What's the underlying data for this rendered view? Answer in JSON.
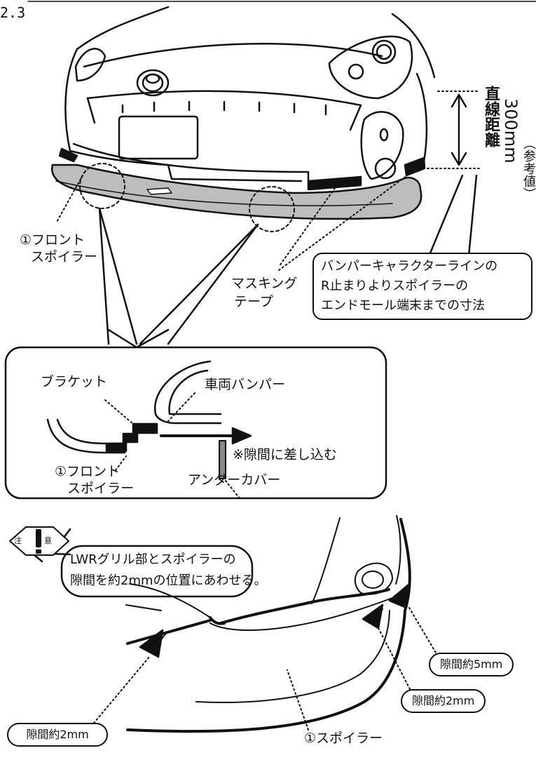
{
  "page": {
    "section_number": "2.3"
  },
  "top_figure": {
    "front_spoiler_label_line1": "①フロント",
    "front_spoiler_label_line2": "スポイラー",
    "masking_tape_line1": "マスキング",
    "masking_tape_line2": "テープ",
    "distance_label_vertical": "直線距離",
    "distance_value": "300mm",
    "reference_label": "（参考値）",
    "callout_line1": "バンパーキャラクターラインの",
    "callout_line2": "R止まりよりスポイラーの",
    "callout_line3": "エンドモール端末までの寸法"
  },
  "detail_box": {
    "bracket_label": "ブラケット",
    "vehicle_bumper_label": "車両バンパー",
    "insert_note": "※隙間に差し込む",
    "front_spoiler_line1": "①フロント",
    "front_spoiler_line2": "スポイラー",
    "under_cover_label": "アンダーカバー"
  },
  "caution": {
    "badge_left": "注",
    "badge_right": "意",
    "line1": "LWRグリル部とスポイラーの",
    "line2": "隙間を約2mmの位置にあわせる。"
  },
  "bottom_figure": {
    "gap_5mm": "隙間約5mm",
    "gap_2mm_right": "隙間約2mm",
    "gap_2mm_left": "隙間約2mm",
    "spoiler_label": "①スポイラー"
  },
  "colors": {
    "ink": "#111111",
    "spoiler_gray": "#bdbdbd",
    "tape_black": "#111111"
  }
}
